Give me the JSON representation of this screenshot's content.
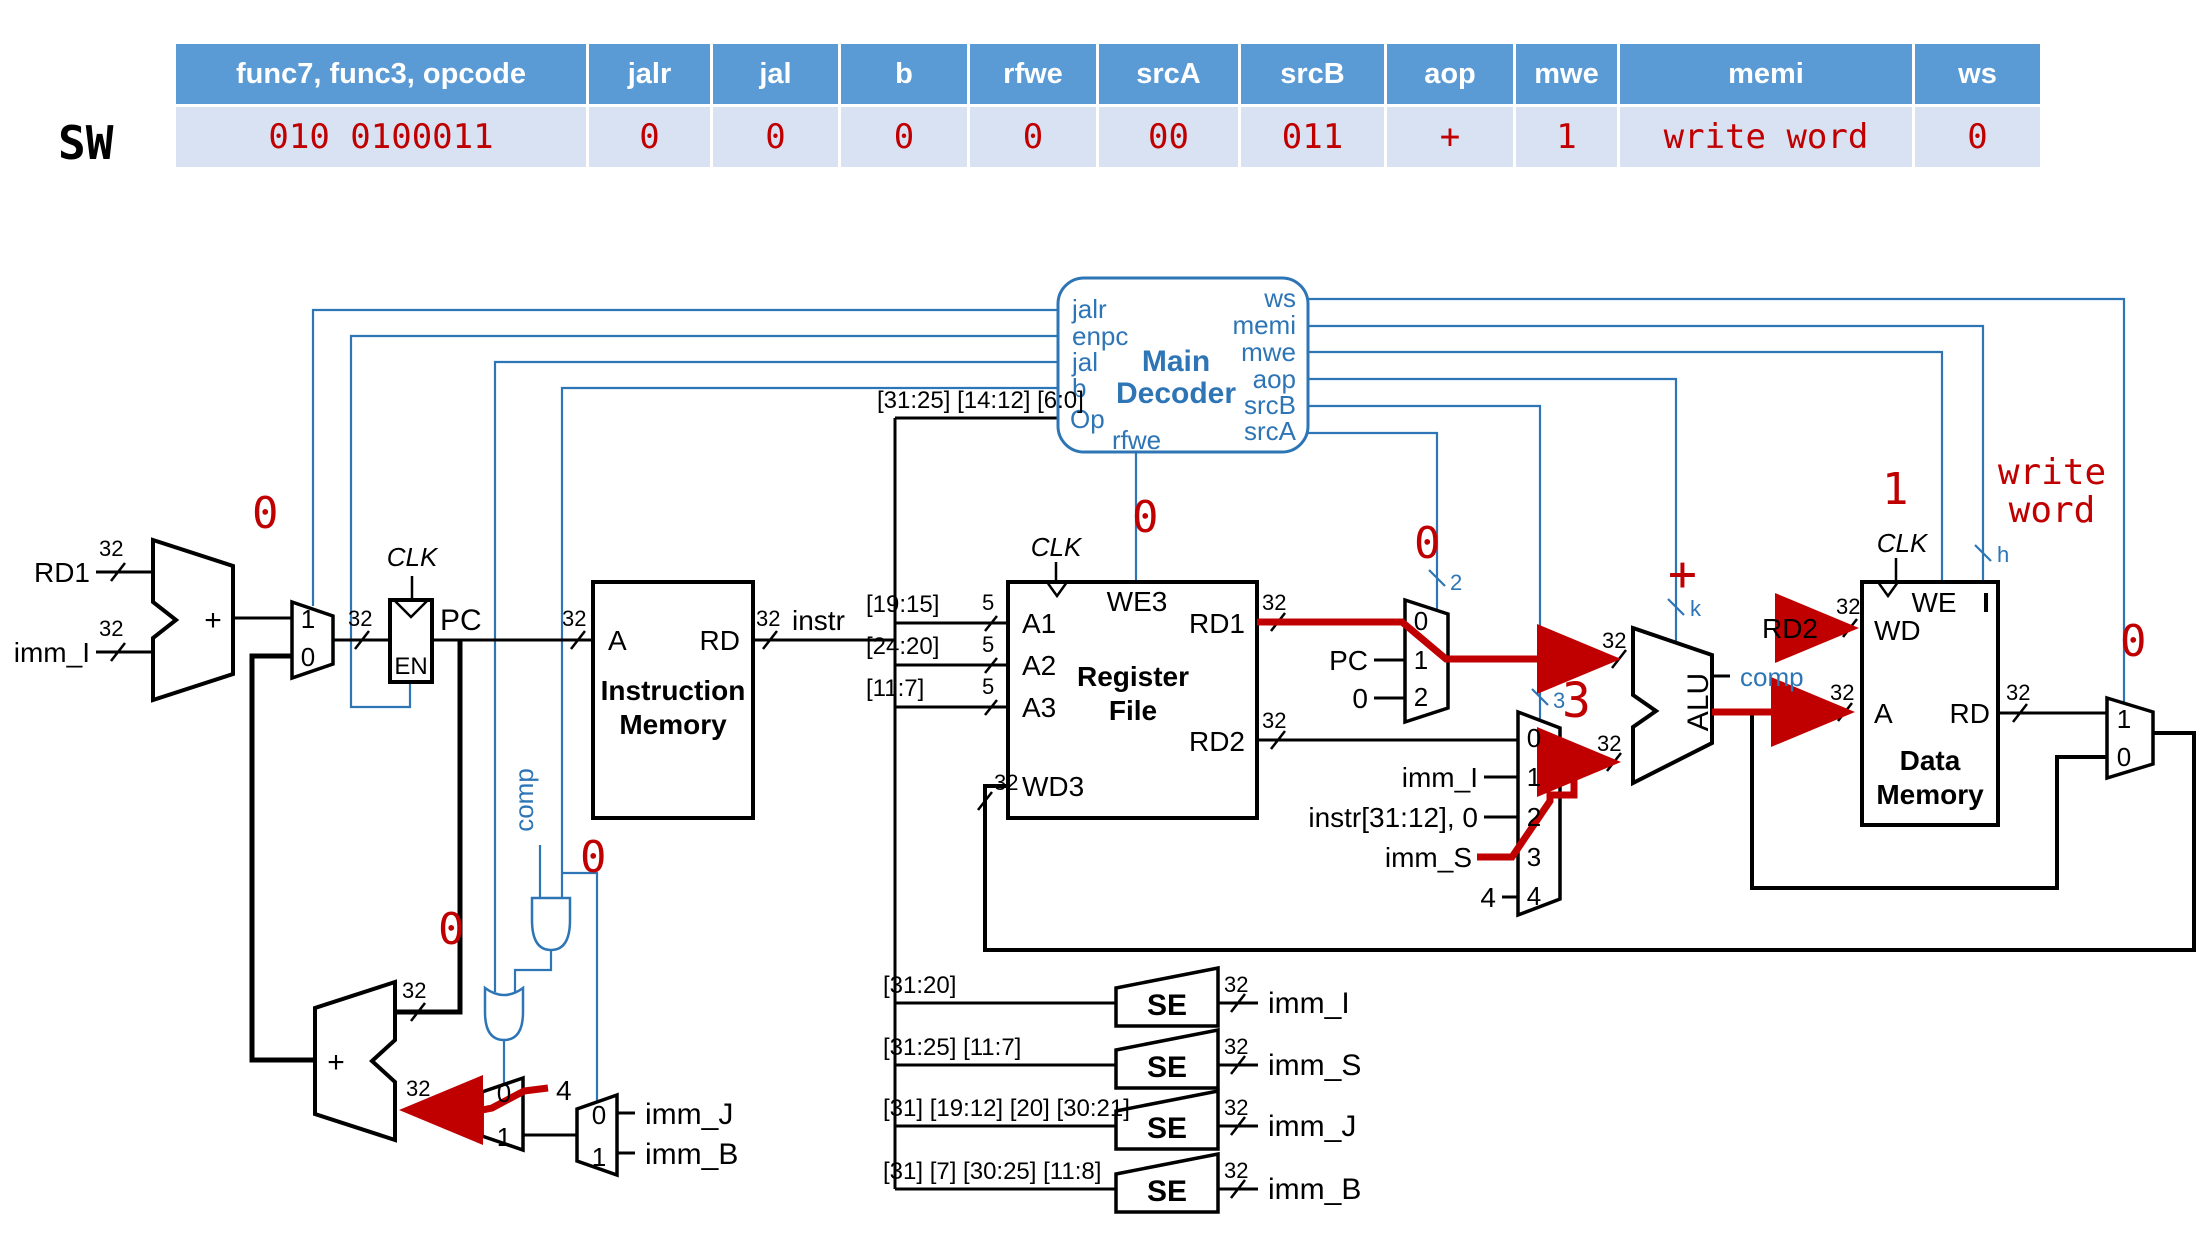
{
  "table": {
    "row_label": "SW",
    "headers": [
      "func7, func3, opcode",
      "jalr",
      "jal",
      "b",
      "rfwe",
      "srcA",
      "srcB",
      "aop",
      "mwe",
      "memi",
      "ws"
    ],
    "values": [
      "010 0100011",
      "0",
      "0",
      "0",
      "0",
      "00",
      "011",
      "+",
      "1",
      "write word",
      "0"
    ]
  },
  "decoder": {
    "title1": "Main",
    "title2": "Decoder",
    "inputs": [
      "jalr",
      "enpc",
      "jal",
      "b",
      "Op",
      "rfwe"
    ],
    "outputs": [
      "ws",
      "memi",
      "mwe",
      "aop",
      "srcB",
      "srcA"
    ]
  },
  "annotations": {
    "jalr0": "0",
    "jal0": "0",
    "b0": "0",
    "rfwe0": "0",
    "srca0": "0",
    "srcb3": "3",
    "aop_plus": "+",
    "mwe1": "1",
    "memi1": "write",
    "memi2": "word",
    "ws0": "0"
  },
  "ticks": {
    "t2": "2",
    "t3": "3",
    "tk": "k",
    "th": "h"
  },
  "misc": {
    "b32": "32",
    "b5": "5",
    "plus": "+",
    "clk": "CLK",
    "en": "EN",
    "pc": "PC",
    "instr": "instr",
    "comp": "comp",
    "alu": "ALU",
    "rd1": "RD1",
    "rd2": "RD2",
    "imm_i": "imm_I",
    "op_bits": "[31:25] [14:12] [6:0]",
    "a1_bits": "[19:15]",
    "a2_bits": "[24:20]",
    "a3_bits": "[11:7]",
    "d0": "0",
    "d1": "1",
    "d2": "2",
    "d3": "3",
    "d4": "4",
    "four": "4"
  },
  "imem": {
    "a": "A",
    "rd": "RD",
    "l1": "Instruction",
    "l2": "Memory"
  },
  "rf": {
    "a1": "A1",
    "a2": "A2",
    "a3": "A3",
    "wd3": "WD3",
    "we3": "WE3",
    "rd1": "RD1",
    "rd2": "RD2",
    "l1": "Register",
    "l2": "File"
  },
  "dmem": {
    "wd": "WD",
    "a": "A",
    "rd": "RD",
    "we": "WE",
    "i": "I",
    "l1": "Data",
    "l2": "Memory"
  },
  "se": {
    "label": "SE",
    "rows": [
      {
        "bits": "[31:20]",
        "imm": "imm_I"
      },
      {
        "bits": "[31:25] [11:7]",
        "imm": "imm_S"
      },
      {
        "bits": "[31] [19:12] [20] [30:21]",
        "imm": "imm_J"
      },
      {
        "bits": "[31] [7] [30:25] [11:8]",
        "imm": "imm_B"
      }
    ]
  },
  "srcb_side": {
    "imm_i": "imm_I",
    "instr_u": "instr[31:12], 0",
    "imm_s": "imm_S",
    "four": "4"
  },
  "srca_side": {
    "pc": "PC",
    "zero": "0"
  },
  "jb_side": {
    "imm_j": "imm_J",
    "imm_b": "imm_B"
  },
  "colors": {
    "control_blue": "#2E75B6",
    "table_header_bg": "#5B9BD5",
    "table_row_bg": "#D9E2F2",
    "value_red": "#C00000",
    "wire_black": "#000000"
  }
}
